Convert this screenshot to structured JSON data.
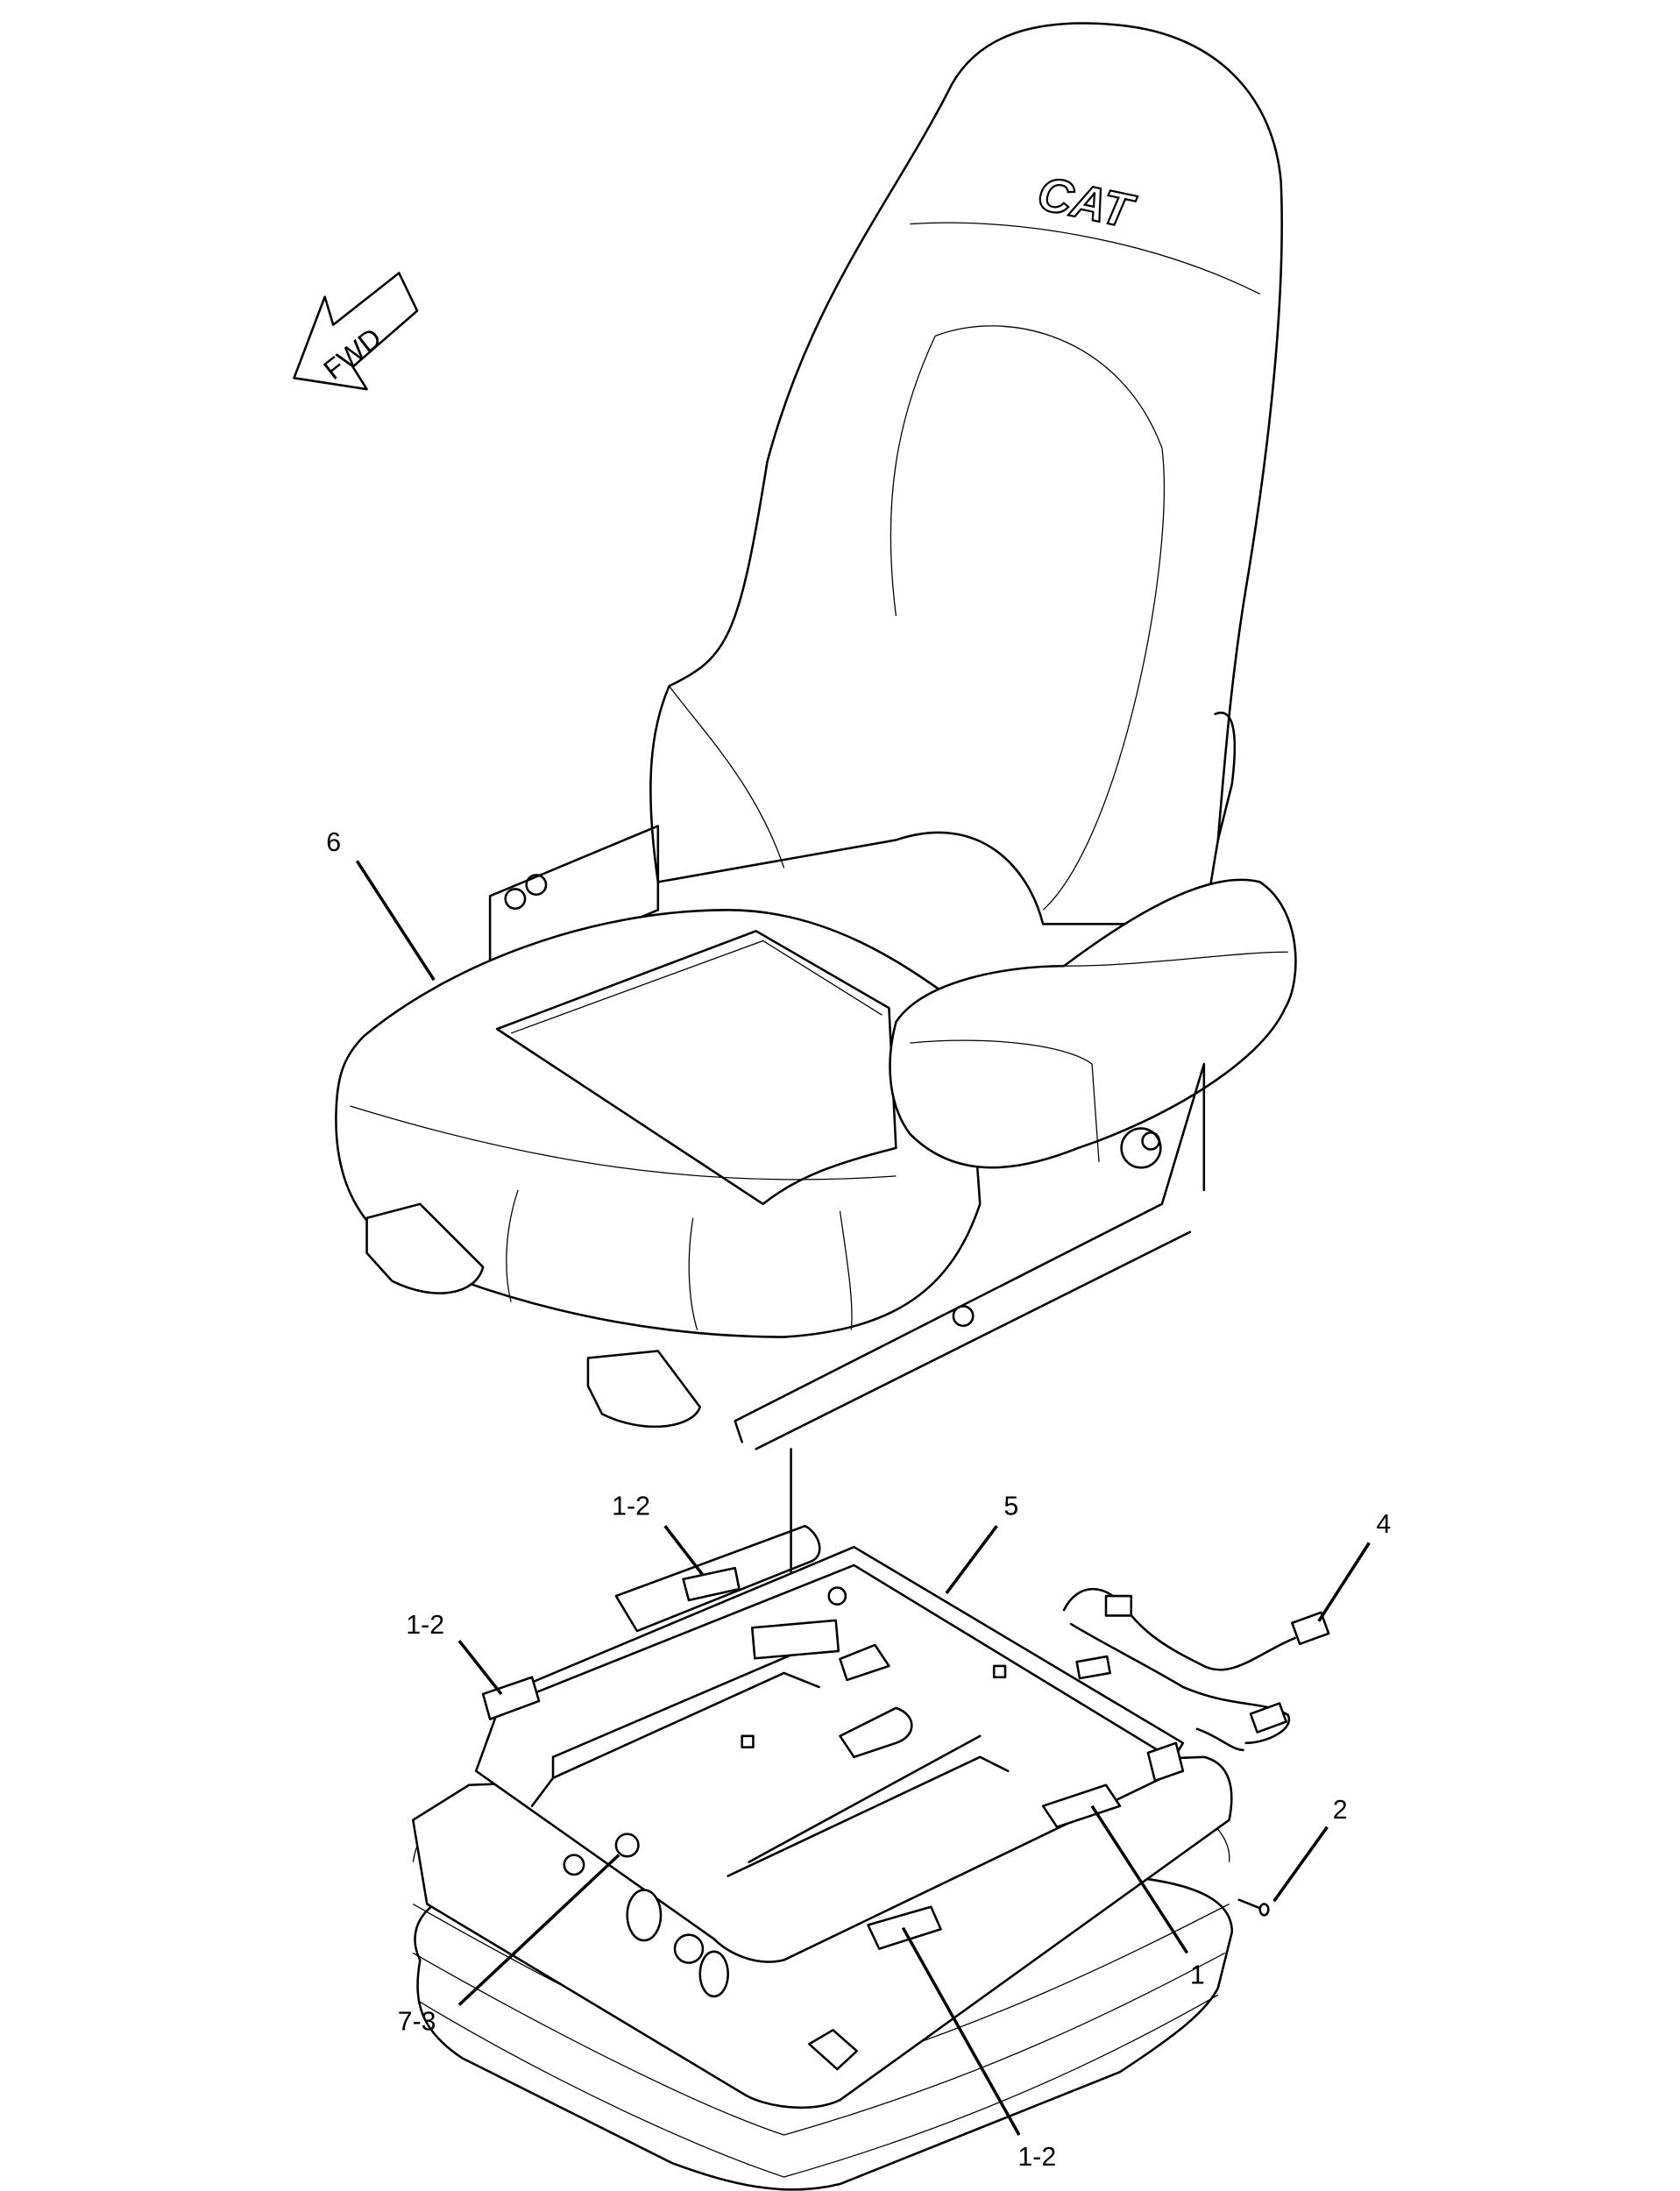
{
  "diagram": {
    "logo_text": "CAT",
    "direction_arrow_label": "FWD",
    "callouts": [
      {
        "id": "seat",
        "label": "6"
      },
      {
        "id": "rail-top",
        "label": "1-2"
      },
      {
        "id": "rail-left",
        "label": "1-2"
      },
      {
        "id": "slide-plate",
        "label": "5"
      },
      {
        "id": "harness",
        "label": "4"
      },
      {
        "id": "pin",
        "label": "2"
      },
      {
        "id": "rail-right",
        "label": "1"
      },
      {
        "id": "bolt",
        "label": "7-3"
      },
      {
        "id": "rail-bottom",
        "label": "1-2"
      }
    ]
  }
}
